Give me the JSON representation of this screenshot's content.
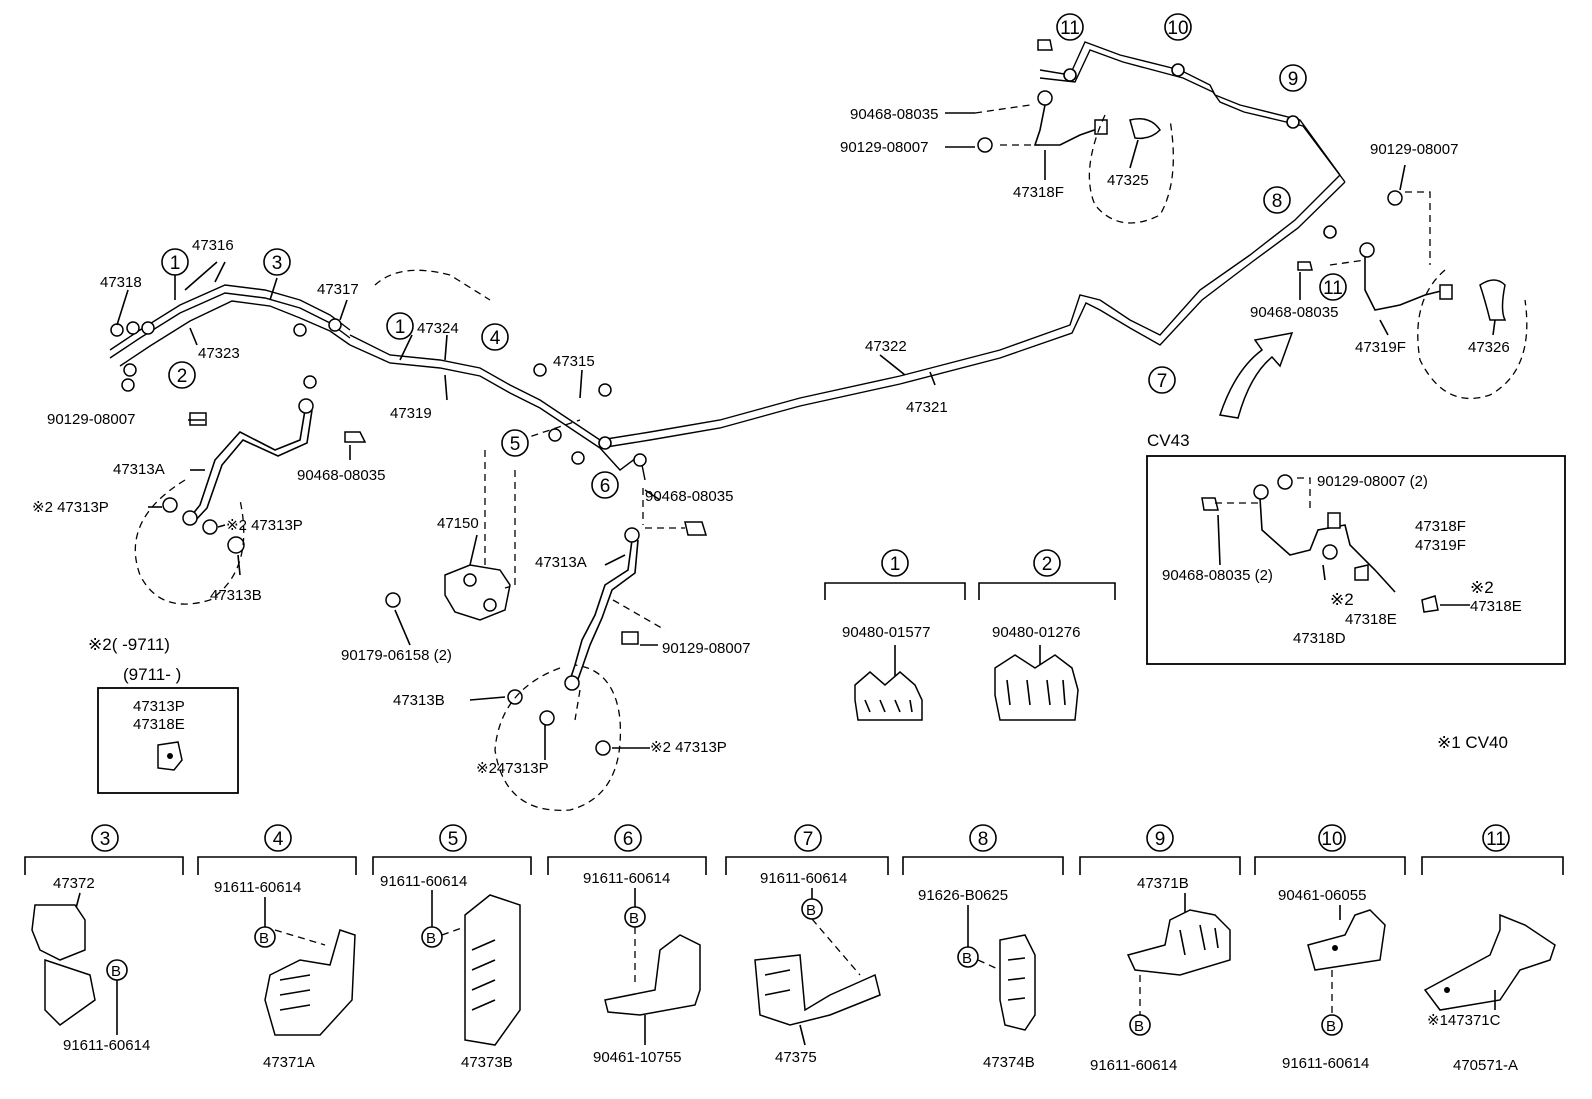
{
  "callouts": {
    "c1": "1",
    "c2": "2",
    "c3": "3",
    "c4": "4",
    "c5": "5",
    "c6": "6",
    "c7": "7",
    "c8": "8",
    "c9": "9",
    "c10": "10",
    "c11": "11",
    "b": "B"
  },
  "main_labels": {
    "p47316": "47316",
    "p47318": "47318",
    "p47323": "47323",
    "p47317": "47317",
    "p47324": "47324",
    "p47319": "47319",
    "p47315": "47315",
    "p47322": "47322",
    "p47321": "47321",
    "p90129_a": "90129-08007",
    "p47313A_a": "47313A",
    "p47313P_a": "※2 47313P",
    "p47313P_b": "※2 47313P",
    "p47313B_a": "47313B",
    "p90468_a": "90468-08035",
    "p47150": "47150",
    "p90179": "90179-06158 (2)",
    "p90468_b": "90468-08035",
    "p47313A_b": "47313A",
    "p90129_b": "90129-08007",
    "p47313B_b": "47313B",
    "p47313P_c": "※247313P",
    "p47313P_d": "※2 47313P"
  },
  "top_right": {
    "p90468_c": "90468-08035",
    "p90129_c": "90129-08007",
    "p47318F": "47318F",
    "p47325": "47325",
    "p90129_d": "90129-08007",
    "p90468_d": "90468-08035",
    "p47319F": "47319F",
    "p47326": "47326"
  },
  "note_box": {
    "line1": "※2(      -9711)",
    "line2": "(9711-        )",
    "part1": "47313P",
    "part2": "47318E"
  },
  "cv43": {
    "title": "CV43",
    "p1": "90129-08007 (2)",
    "p2": "47318F",
    "p3": "47319F",
    "p4": "90468-08035 (2)",
    "p5": "※2",
    "p6": "47318E",
    "p7": "※2",
    "p8": "47318E",
    "p9": "47318D"
  },
  "cv40_note": "※1 CV40",
  "clamp_1": "90480-01577",
  "clamp_2": "90480-01276",
  "details": {
    "d3_a": "47372",
    "d3_b": "91611-60614",
    "d4_a": "91611-60614",
    "d4_b": "47371A",
    "d5_a": "91611-60614",
    "d5_b": "47373B",
    "d6_a": "91611-60614",
    "d6_b": "90461-10755",
    "d7_a": "91611-60614",
    "d7_b": "47375",
    "d8_a": "91626-B0625",
    "d8_b": "47374B",
    "d9_a": "47371B",
    "d9_b": "91611-60614",
    "d10_a": "90461-06055",
    "d10_b": "91611-60614",
    "d11_a": "※147371C"
  },
  "figure_id": "470571-A"
}
